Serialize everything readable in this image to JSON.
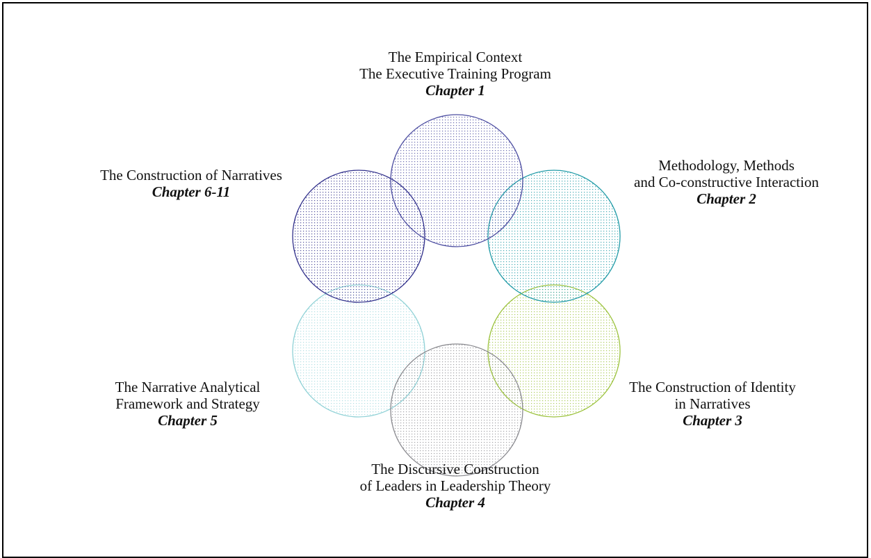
{
  "sections": [
    {
      "id": "top",
      "lines": [
        "The Empirical Context",
        "The Executive Training Program"
      ],
      "chapter": "Chapter 1",
      "color": "#4b4ca0"
    },
    {
      "id": "upper-right",
      "lines": [
        "Methodology, Methods",
        "and Co-constructive Interaction"
      ],
      "chapter": "Chapter 2",
      "color": "#1f9aa6"
    },
    {
      "id": "lower-right",
      "lines": [
        "The Construction of Identity",
        "in Narratives"
      ],
      "chapter": "Chapter 3",
      "color": "#9bc23c"
    },
    {
      "id": "bottom",
      "lines": [
        "The Discursive Construction",
        "of Leaders in Leadership Theory"
      ],
      "chapter": "Chapter 4",
      "color": "#8a8a8f"
    },
    {
      "id": "lower-left",
      "lines": [
        "The Narrative Analytical",
        "Framework and Strategy"
      ],
      "chapter": "Chapter 5",
      "color": "#8fd1d6"
    },
    {
      "id": "upper-left",
      "lines": [
        "The Construction of Narratives"
      ],
      "chapter": "Chapter 6-11",
      "color": "#2f2e8a"
    }
  ]
}
